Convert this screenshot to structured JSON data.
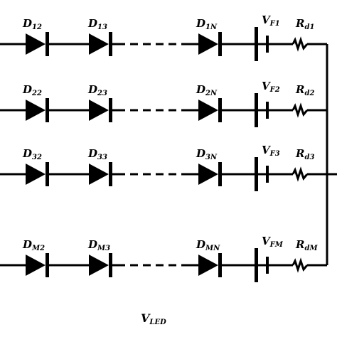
{
  "colors": {
    "ink": "#000000",
    "background": "#ffffff"
  },
  "labels": {
    "rows": [
      {
        "diodes": [
          {
            "main": "D",
            "sub": "12"
          },
          {
            "main": "D",
            "sub": "13"
          },
          {
            "main": "D",
            "sub": "1N"
          }
        ],
        "source": {
          "main": "V",
          "sub": "F1"
        },
        "resistor": {
          "main": "R",
          "sub": "d1"
        }
      },
      {
        "diodes": [
          {
            "main": "D",
            "sub": "22"
          },
          {
            "main": "D",
            "sub": "23"
          },
          {
            "main": "D",
            "sub": "2N"
          }
        ],
        "source": {
          "main": "V",
          "sub": "F2"
        },
        "resistor": {
          "main": "R",
          "sub": "d2"
        }
      },
      {
        "diodes": [
          {
            "main": "D",
            "sub": "32"
          },
          {
            "main": "D",
            "sub": "33"
          },
          {
            "main": "D",
            "sub": "3N"
          }
        ],
        "source": {
          "main": "V",
          "sub": "F3"
        },
        "resistor": {
          "main": "R",
          "sub": "d3"
        }
      },
      {
        "diodes": [
          {
            "main": "D",
            "sub": "M2"
          },
          {
            "main": "D",
            "sub": "M3"
          },
          {
            "main": "D",
            "sub": "MN"
          }
        ],
        "source": {
          "main": "V",
          "sub": "FM"
        },
        "resistor": {
          "main": "R",
          "sub": "dM"
        }
      }
    ],
    "bottom": {
      "main": "V",
      "sub": "LED"
    }
  }
}
